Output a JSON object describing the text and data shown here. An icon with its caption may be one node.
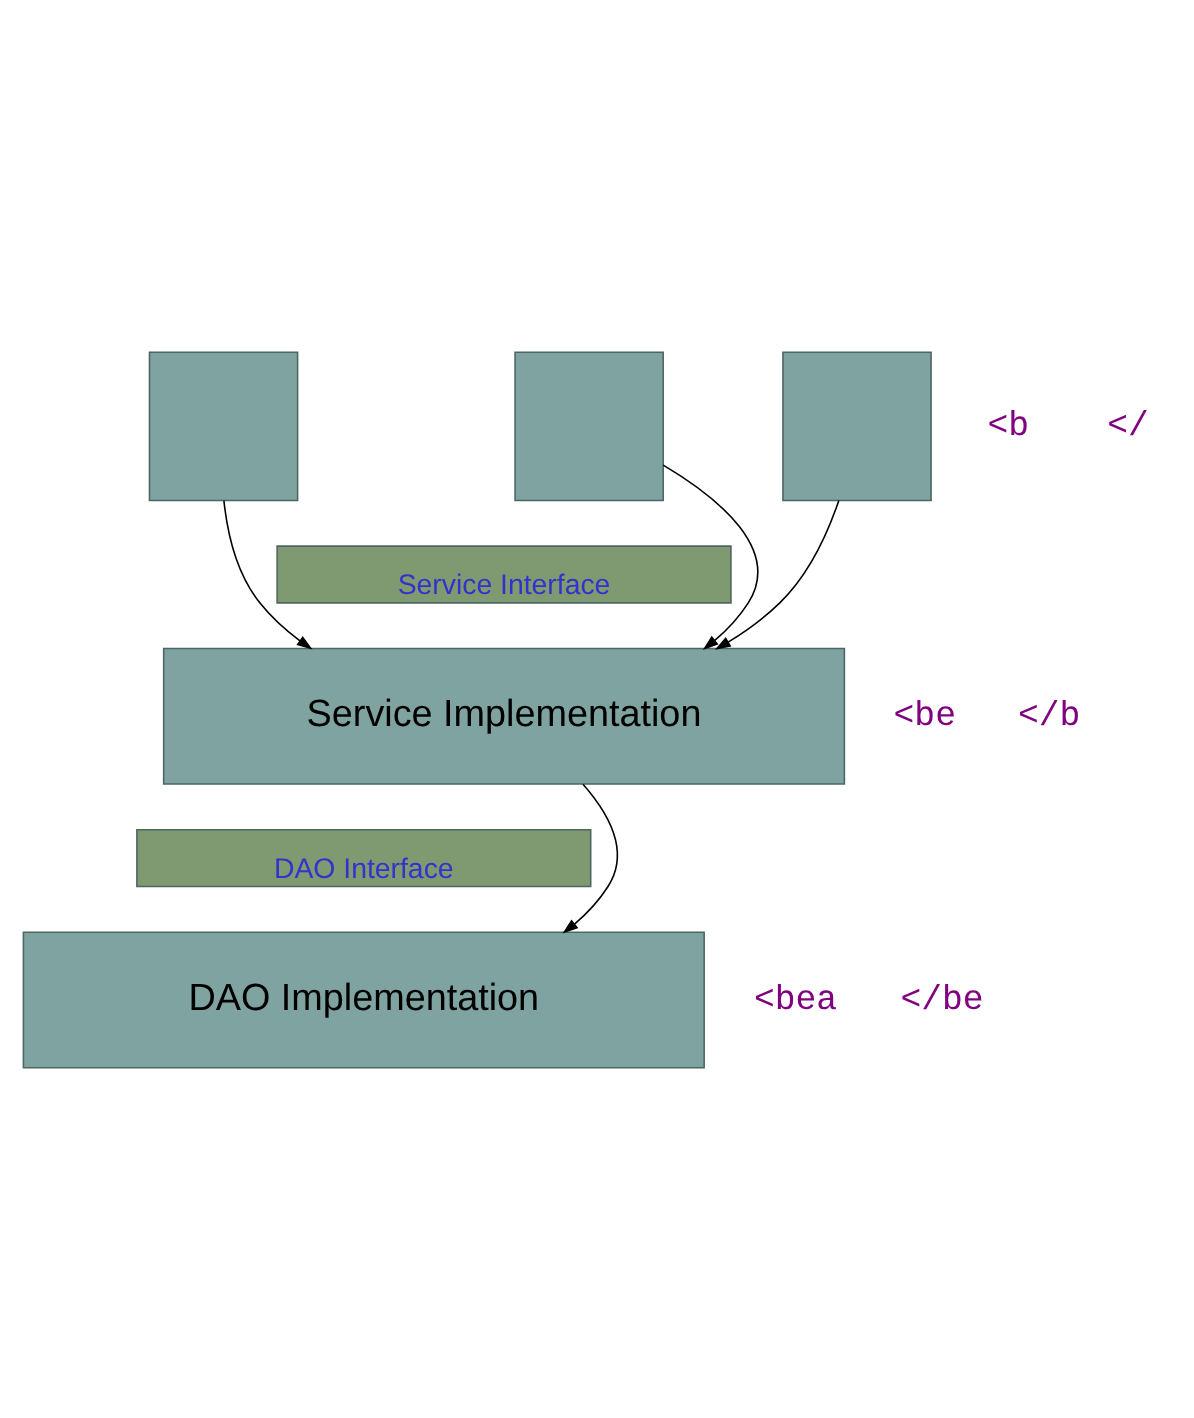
{
  "diagram": {
    "nodes": [
      {
        "text": [],
        "shape": "box"
      },
      {
        "text": [],
        "shape": "box"
      },
      {
        "text": [],
        "shape": "box"
      },
      {
        "text": [
          "Service Interface"
        ]
      },
      {
        "text": [
          "Service Implementation"
        ]
      },
      {
        "text": [
          "DAO Interface"
        ]
      },
      {
        "text": [
          "DAO Implementation"
        ]
      }
    ],
    "edges": [
      {
        "from": 0,
        "to": 4,
        "arrow": "to"
      },
      {
        "from": 1,
        "to": 4,
        "arrow": "to"
      },
      {
        "from": 2,
        "to": 4,
        "arrow": "to"
      },
      {
        "from": 4,
        "to": 6,
        "arrow": "to"
      }
    ],
    "labels": [
      "<b",
      "</",
      "<be",
      "</b",
      "<bea",
      "</be"
    ]
  }
}
